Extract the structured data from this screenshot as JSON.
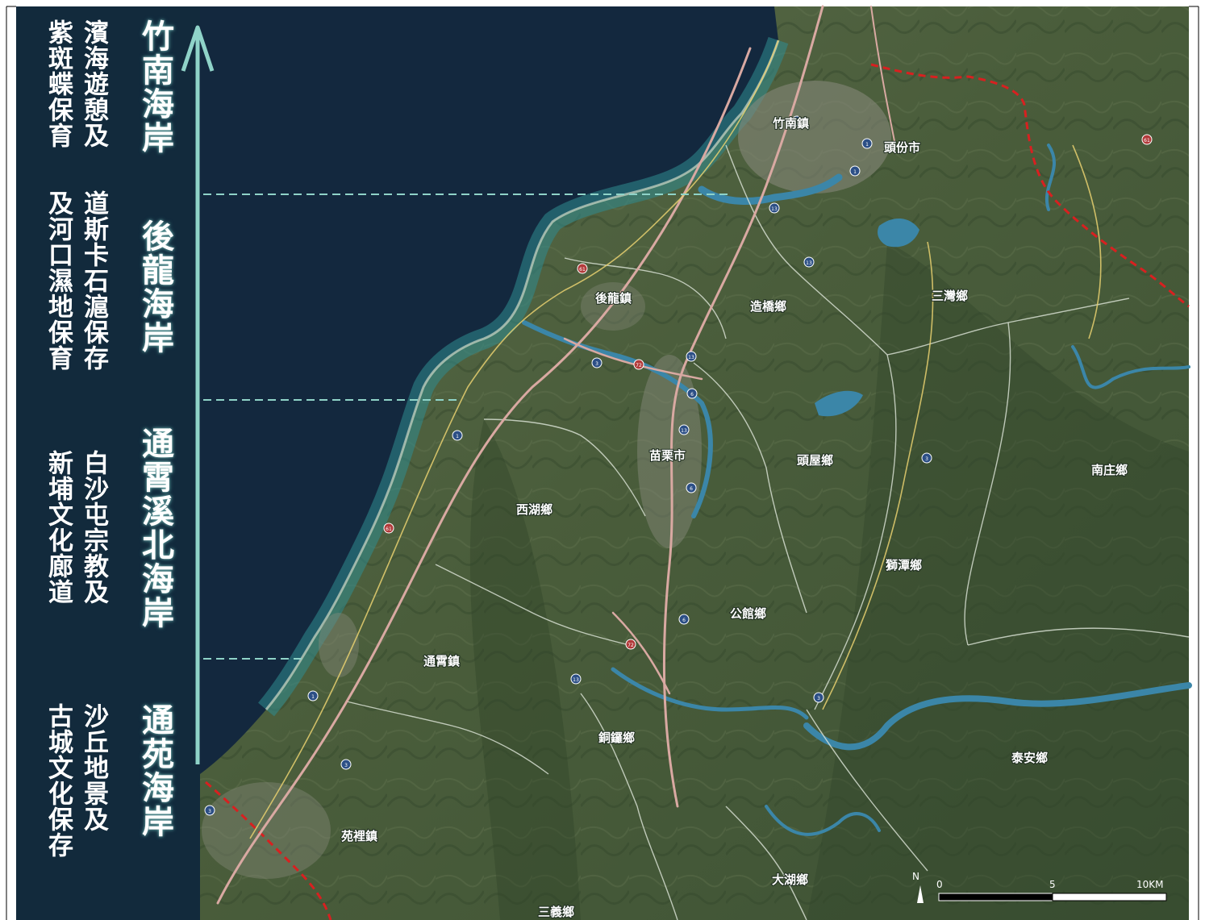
{
  "coastal_zones": [
    {
      "name": "竹南海岸",
      "description": "濱海遊憩及紫斑蝶保育"
    },
    {
      "name": "後龍海岸",
      "description": "道斯卡石滬保存及河口濕地保育"
    },
    {
      "name": "通霄溪北海岸",
      "description": "白沙屯宗教及新埔文化廊道"
    },
    {
      "name": "通苑海岸",
      "description": "沙丘地景及古城文化保存"
    }
  ],
  "zone_notes": [
    {
      "line1": "濱海遊憩及",
      "line2": "紫斑蝶保育"
    },
    {
      "line1": "道斯卡石滬保存",
      "line2": "及河口濕地保育"
    },
    {
      "line1": "白沙屯宗教及",
      "line2": "新埔文化廊道"
    },
    {
      "line1": "沙丘地景及",
      "line2": "古城文化保存"
    }
  ],
  "place_labels": {
    "zhunan": "竹南鎮",
    "toufen": "頭份市",
    "houlong": "後龍鎮",
    "zaoqiao": "造橋鄉",
    "sanwan": "三灣鄉",
    "miaoli": "苗栗市",
    "touwu": "頭屋鄉",
    "nanzhuang": "南庄鄉",
    "xihu": "西湖鄉",
    "shitan": "獅潭鄉",
    "gongguan": "公館鄉",
    "tongxiao": "通霄鎮",
    "tongluo": "銅鑼鄉",
    "taian": "泰安鄉",
    "yuanli": "苑裡鎮",
    "dahu": "大湖鄉",
    "sanyi": "三義鄉"
  },
  "road_shields": [
    "13",
    "1",
    "1",
    "13",
    "13",
    "61",
    "3",
    "72",
    "13",
    "6",
    "6",
    "13",
    "1",
    "61",
    "6",
    "72",
    "13",
    "1",
    "3",
    "3",
    "3",
    "61",
    "3"
  ],
  "scale_bar": {
    "zero": "0",
    "mid": "5",
    "end": "10KM",
    "north": "N"
  },
  "colors": {
    "panel": "#122a3c",
    "arrow": "#8fd3c8",
    "sea": "#13283e",
    "land": "#4a5e3c",
    "river": "#3b86a8",
    "boundary": "#d82020",
    "road": "#d9a9a2"
  },
  "icons": {
    "direction_arrow": "up-arrow-icon",
    "north": "north-arrow-icon"
  }
}
